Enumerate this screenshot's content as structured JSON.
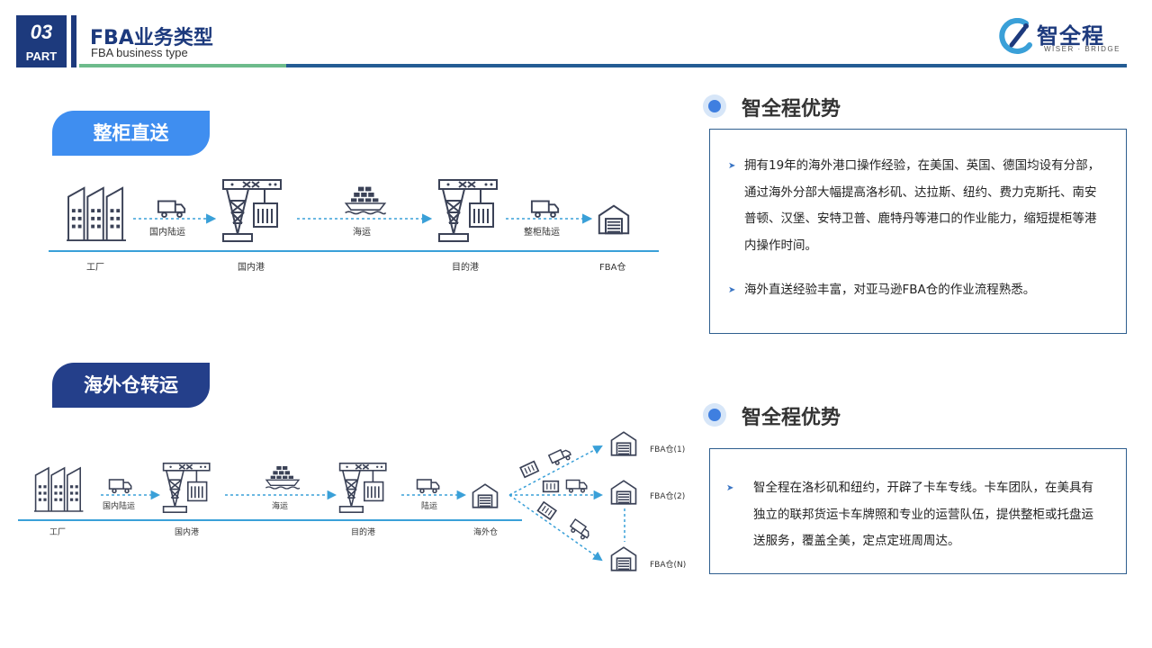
{
  "header": {
    "part_number": "03",
    "part_word": "PART",
    "title_cn": "FBA业务类型",
    "title_en": "FBA business type",
    "logo_text": "智全程",
    "logo_sub": "WISER · BRIDGE"
  },
  "section1": {
    "tag": "整柜直送",
    "nodes": [
      "工厂",
      "国内港",
      "目的港",
      "FBA仓"
    ],
    "links": [
      "国内陆运",
      "海运",
      "整柜陆运"
    ]
  },
  "section2": {
    "tag": "海外仓转运",
    "nodes": [
      "工厂",
      "国内港",
      "目的港",
      "海外仓"
    ],
    "links": [
      "国内陆运",
      "海运",
      "陆运"
    ],
    "destinations": [
      "FBA仓(1)",
      "FBA仓(2)",
      "FBA仓(N)"
    ]
  },
  "advantage1": {
    "title": "智全程优势",
    "bullets": [
      "拥有19年的海外港口操作经验，在美国、英国、德国均设有分部，通过海外分部大幅提高洛杉矶、达拉斯、纽约、费力克斯托、南安普顿、汉堡、安特卫普、鹿特丹等港口的作业能力，缩短提柜等港内操作时间。",
      "海外直送经验丰富，对亚马逊FBA仓的作业流程熟悉。"
    ]
  },
  "advantage2": {
    "title": "智全程优势",
    "bullets": [
      "智全程在洛杉矶和纽约，开辟了卡车专线。卡车团队，在美具有独立的联邦货运卡车牌照和专业的运营队伍，提供整柜或托盘运送服务，覆盖全美，定点定班周周达。"
    ]
  },
  "colors": {
    "navy": "#1d3a7d",
    "accent_blue": "#3f8ef0",
    "icon_stroke": "#3b4257",
    "dashed": "#3aa0d8",
    "green": "#6dbb8b"
  }
}
